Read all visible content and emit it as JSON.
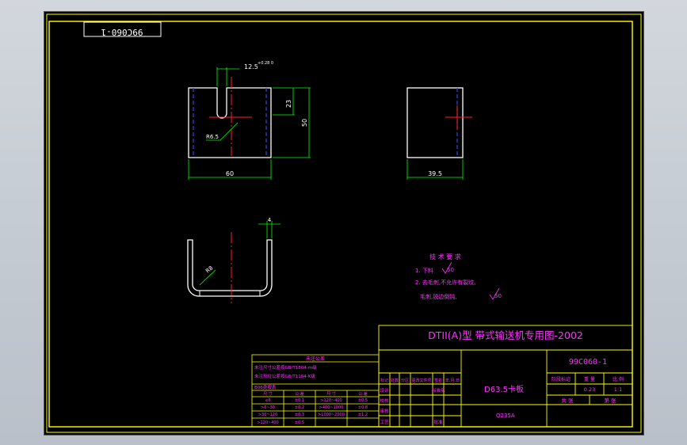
{
  "drawing_number_mirrored": "99C060-1",
  "dimensions": {
    "slot_width": "12.5",
    "slot_tol": "+0.28\n0",
    "inner_depth": "23",
    "height": "50",
    "radius_top": "R6.5",
    "width_front": "60",
    "width_side": "39.5",
    "thickness": "4",
    "radius_bottom": "R8"
  },
  "tech_requirements": {
    "title": "技 术 要 求",
    "line1": "1. 下料",
    "line2": "2. 去毛刺,不允许有裂纹,",
    "line3": "毛刺,锐边倒钝,",
    "roughness": "50"
  },
  "title_block": {
    "header": "DTII(A)型  带式输送机专用图-2002",
    "drawing_no": "99C060-1",
    "part_name": "D63.5卡板",
    "material": "Q235A",
    "stage": "阶段标记",
    "weight_label": "重 量",
    "scale_label": "比 例",
    "weight": "0.23",
    "scale": "1:1",
    "sheet_total": "共    张",
    "sheet_no": "第    张",
    "rev_headers": [
      "标记",
      "处数",
      "分区",
      "更改文件号",
      "签名",
      "年.月.日"
    ],
    "roles": [
      "设计",
      "校核",
      "审核",
      "工艺",
      "标准化",
      "批准"
    ]
  },
  "tolerance_table": {
    "title": "未注公差",
    "note1": "未注尺寸公差按GB/T1804-m级",
    "note2": "未注形位公差按GB/T1184-K级",
    "note3": "B06类按表",
    "headers": [
      "尺 寸",
      "公 差",
      "尺 寸",
      "公 差"
    ],
    "rows": [
      [
        "≤6",
        "±0.1",
        ">120~400",
        "±0.5"
      ],
      [
        ">6~30",
        "±0.2",
        ">400~1000",
        "±0.8"
      ],
      [
        ">30~120",
        "±0.3",
        ">1000~2000",
        "±1.2"
      ],
      [
        ">120~400",
        "±0.5",
        "",
        ""
      ]
    ]
  },
  "colors": {
    "frame": "#ffff00",
    "outline": "#ffffff",
    "dimension": "#00ff00",
    "center": "#ff0000",
    "hidden": "#3040ff",
    "text": "#ff33ff",
    "table": "#ffff00"
  }
}
